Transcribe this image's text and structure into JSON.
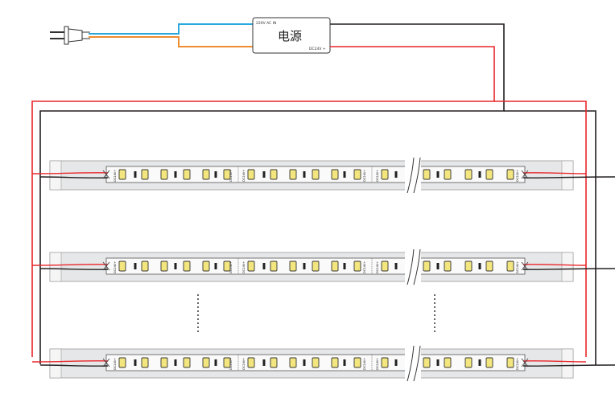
{
  "power_supply": {
    "label": "电源",
    "input_label": "220V AC IN",
    "output_label": "DC24V +"
  },
  "strip": {
    "marking": "DC24V+",
    "strip_count_shown": 3
  },
  "colors": {
    "positive_wire": "#e8262a",
    "negative_wire": "#231f20",
    "live_wire": "#2aa8dc",
    "neutral_wire": "#ee8c2f",
    "led_chip": "#f3e67e",
    "profile": "#e6e7e8"
  },
  "icons": {
    "plug": "ac-plug-icon",
    "cut_mark": "scissors-icon",
    "break": "double-slash-break-icon"
  }
}
